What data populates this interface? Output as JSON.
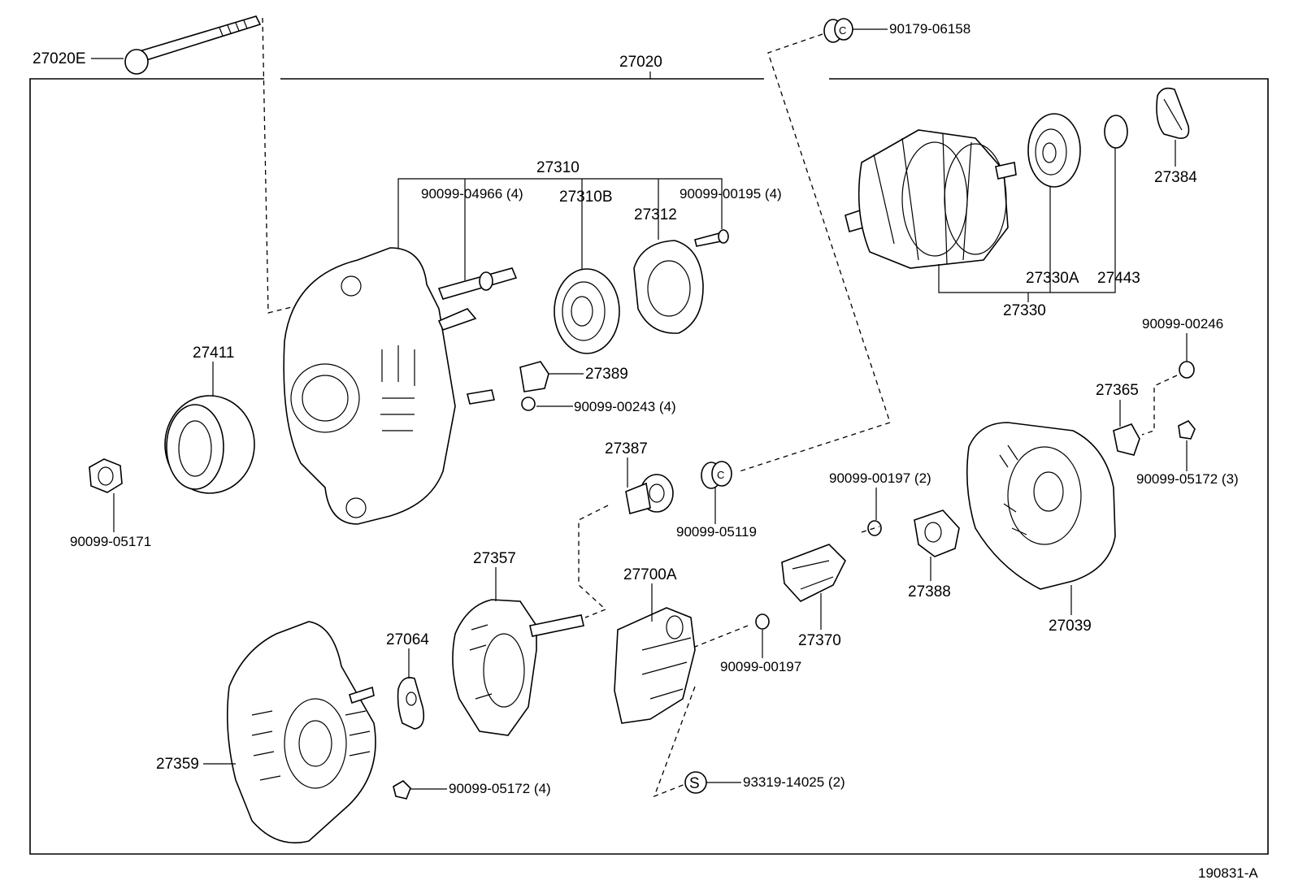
{
  "figure_id": "190831-A",
  "callouts": {
    "assembly": "27020",
    "bolt": "27020E",
    "drive_end_frame": "27310",
    "frame_bolt": "90099-04966 (4)",
    "bearing_front": "27310B",
    "retainer": "27312",
    "retainer_screw": "90099-00195 (4)",
    "terminal_insulator": "27389",
    "insulator_screw": "90099-00243 (4)",
    "pulley": "27411",
    "pulley_nut": "90099-05171",
    "plug": "90179-06158",
    "rotor": "27330",
    "bearing_rear": "27330A",
    "ring": "27443",
    "bearing_cover": "27384",
    "screw_upper_right": "90099-00246",
    "plate": "27365",
    "nut_right": "90099-05172 (3)",
    "rear_cover": "27039",
    "terminal_insulator_rear": "27388",
    "regulator_screw_2": "90099-00197 (2)",
    "holder": "27370",
    "regulator_screw": "90099-00197",
    "plug_2": "90099-05119",
    "brush_cap": "27387",
    "rectifier": "27357",
    "regulator": "27700A",
    "insulator": "27064",
    "rectifier_end_frame": "27359",
    "nut_lower": "90099-05172 (4)",
    "s_marker": "S",
    "seal_kit": "93319-14025 (2)"
  }
}
